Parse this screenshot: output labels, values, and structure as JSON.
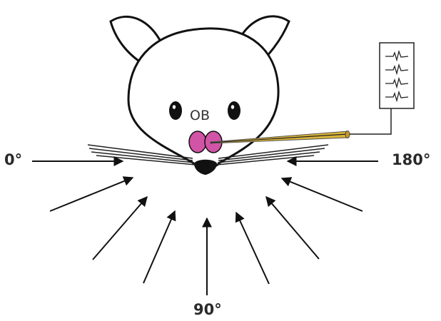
{
  "labels": {
    "left_angle": "0°",
    "bottom_angle": "90°",
    "right_angle": "180°",
    "bulb_label": "OB"
  },
  "colors": {
    "bulb_fill": "#d254a6",
    "electrode": "#d9b43a",
    "ink": "#111111"
  },
  "icons": {
    "recording": "oscilloscope-traces-icon",
    "head": "mouse-head-icon"
  }
}
